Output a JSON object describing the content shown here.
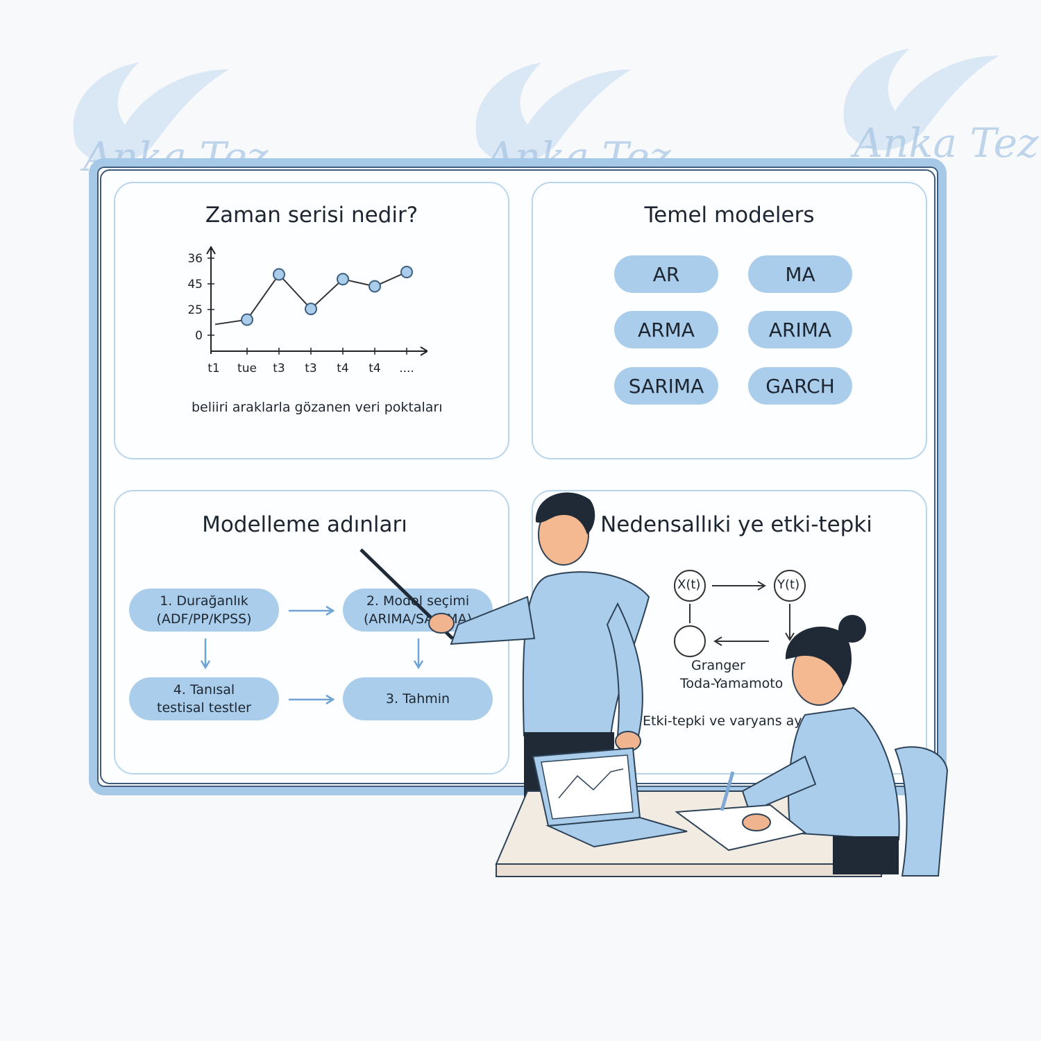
{
  "watermark": {
    "text": "Anka Tez"
  },
  "panels": {
    "time_series": {
      "title": "Zaman serisi nedir?",
      "caption": "beliiri araklarla gözanen veri poktaları"
    },
    "models": {
      "title": "Temel modelers",
      "items": [
        "AR",
        "MA",
        "ARMA",
        "ARIMA",
        "SARIMA",
        "GARCH"
      ]
    },
    "steps": {
      "title": "Modelleme adınları",
      "items": [
        {
          "line1": "1. Durağanlık",
          "line2": "(ADF/PP/KPSS)"
        },
        {
          "line1": "2. Model seçimi",
          "line2": "(ARIMA/SARIMA)"
        },
        {
          "line1": "3. Tahmin",
          "line2": ""
        },
        {
          "line1": "4. Tanısal",
          "line2": "testisal testler"
        }
      ]
    },
    "causality": {
      "title": "Nedensallıki ye etki-tepki",
      "node_x": "X(t)",
      "node_y": "Y(t)",
      "method1": "Granger",
      "method2": "Toda-Yamamoto",
      "footer": "Etki-tepki ve varyans ayrışımı"
    }
  },
  "chart_data": {
    "type": "line",
    "title": "",
    "xlabel": "",
    "ylabel": "",
    "x_tick_labels": [
      "t1",
      "tue",
      "t3",
      "t3",
      "t4",
      "t4",
      "...."
    ],
    "y_tick_labels": [
      "36",
      "45",
      "25",
      "0"
    ],
    "series": [
      {
        "values": [
          0,
          4,
          42,
          13,
          38,
          32,
          44
        ]
      }
    ],
    "ylim": [
      -5,
      65
    ],
    "marked_points": [
      1,
      2,
      3,
      4,
      5,
      6
    ],
    "grid": false,
    "colors": {
      "line": "#333333",
      "marker_fill": "#a9cdeb",
      "marker_stroke": "#3b5e80"
    }
  },
  "colors": {
    "accent": "#a9cdeb",
    "board_border": "#a7c9e8",
    "panel_border": "#b9d5ec"
  }
}
